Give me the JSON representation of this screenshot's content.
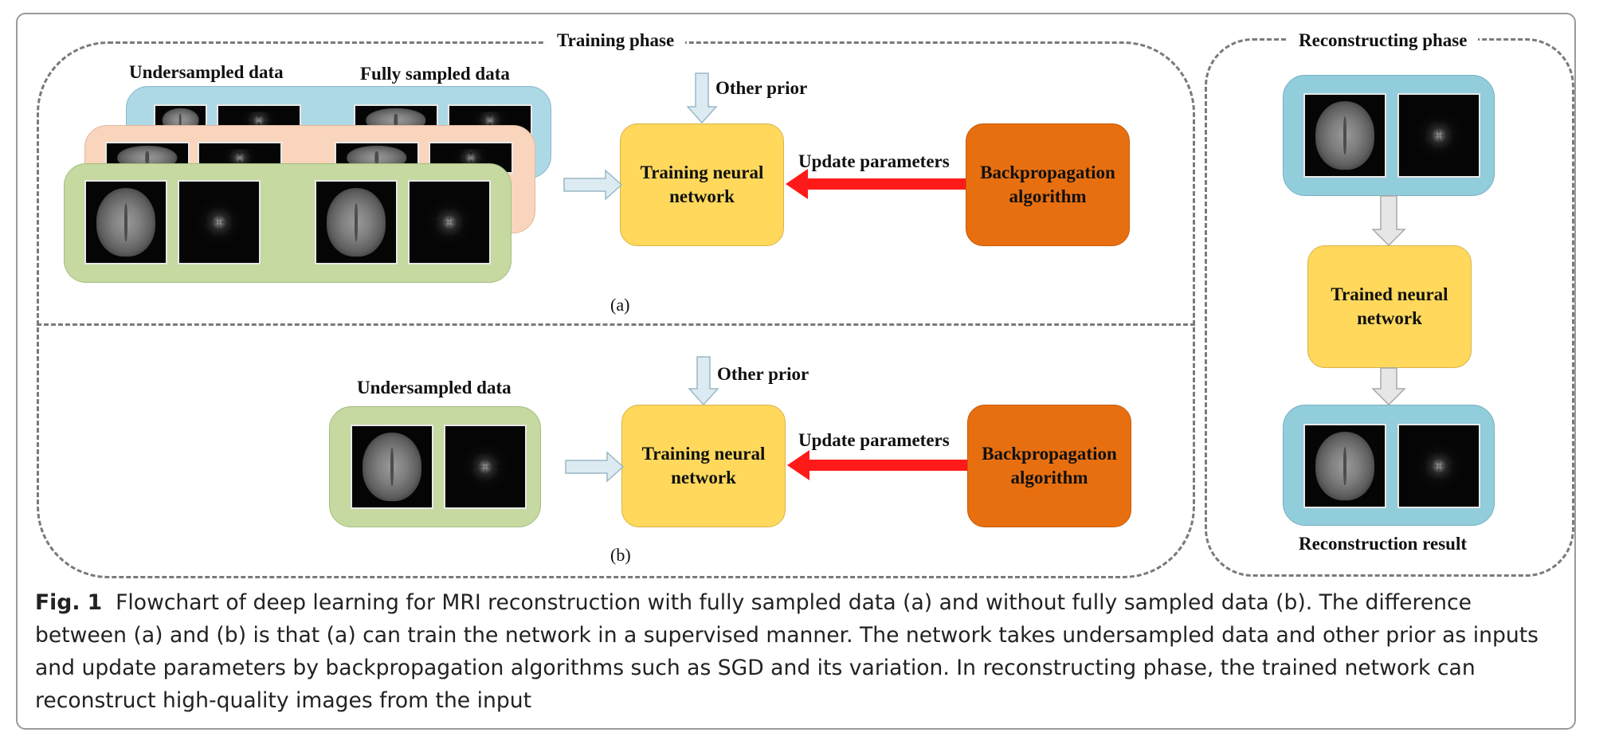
{
  "training": {
    "title": "Training phase",
    "undersampled_label": "Undersampled data",
    "fully_sampled_label": "Fully sampled data",
    "other_prior": "Other prior",
    "update_parameters": "Update parameters",
    "training_nn_line1": "Training neural",
    "training_nn_line2": "network",
    "backprop_line1": "Backpropagation",
    "backprop_line2": "algorithm",
    "panel_a": "(a)",
    "panel_b": "(b)"
  },
  "reconstructing": {
    "title": "Reconstructing phase",
    "trained_nn_line1": "Trained neural",
    "trained_nn_line2": "network",
    "result_label": "Reconstruction result"
  },
  "caption": {
    "label": "Fig. 1",
    "text": "Flowchart of deep learning for MRI reconstruction with fully sampled data (a) and without fully sampled data (b). The difference between (a) and (b) is that (a) can train the network in a supervised manner. The network takes undersampled data and other prior as inputs and update parameters by backpropagation algorithms such as SGD and its variation. In reconstructing phase, the trained network can reconstruct high-quality images from the input"
  },
  "colors": {
    "neural_network": "#ffd85c",
    "backprop": "#e86f10",
    "arrow_red": "#ff1a1a",
    "arrow_light": "#dcebf2",
    "card_blue": "#add8e6",
    "card_peach": "#f9d5bd",
    "card_green": "#c5d9a1",
    "card_teal": "#92cddc"
  }
}
